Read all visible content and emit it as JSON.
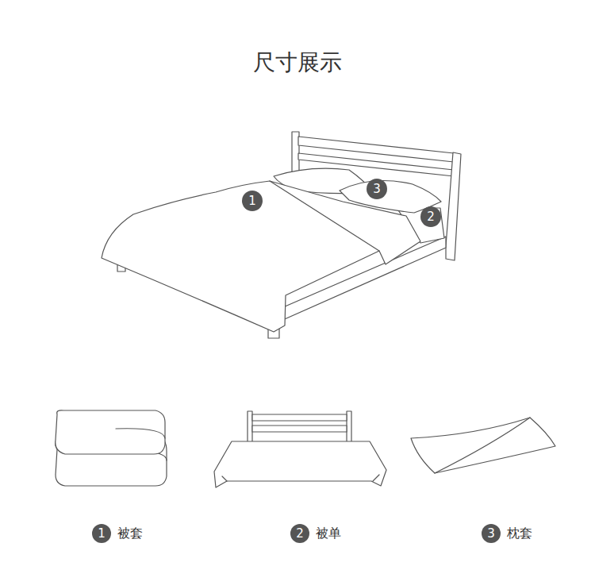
{
  "diagram": {
    "title": "尺寸展示",
    "nodes": [
      {
        "text": [
          "1"
        ]
      },
      {
        "text": [
          "3"
        ]
      },
      {
        "text": [
          "2"
        ]
      },
      {
        "text": [
          "1",
          "被套"
        ]
      },
      {
        "text": [
          "2",
          "被单"
        ]
      },
      {
        "text": [
          "3",
          "枕套"
        ]
      }
    ]
  }
}
